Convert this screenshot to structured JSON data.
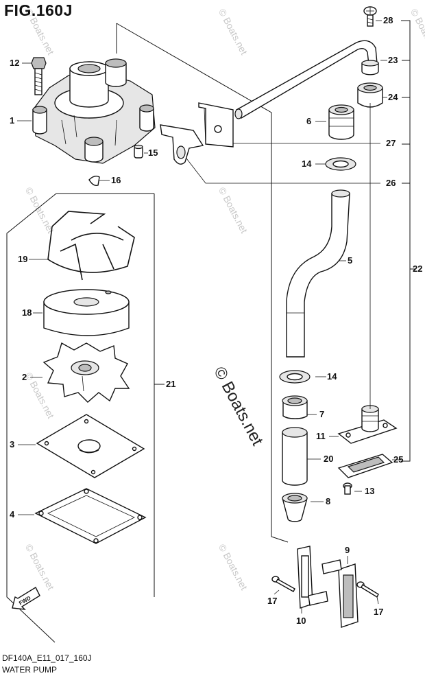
{
  "figure_title": "FIG.160J",
  "model_code": "DF140A_E11_017_160J",
  "caption": "WATER PUMP",
  "watermark": "© Boats.net",
  "callouts": {
    "c1": "1",
    "c2": "2",
    "c3": "3",
    "c4": "4",
    "c5": "5",
    "c6": "6",
    "c7": "7",
    "c8": "8",
    "c9": "9",
    "c10": "10",
    "c11": "11",
    "c12": "12",
    "c13": "13",
    "c14a": "14",
    "c14b": "14",
    "c15": "15",
    "c16": "16",
    "c17a": "17",
    "c17b": "17",
    "c18": "18",
    "c19": "19",
    "c20": "20",
    "c21": "21",
    "c22": "22",
    "c23": "23",
    "c24": "24",
    "c25": "25",
    "c26": "26",
    "c27": "27",
    "c28": "28"
  },
  "fwd_arrow_label": "FWD"
}
